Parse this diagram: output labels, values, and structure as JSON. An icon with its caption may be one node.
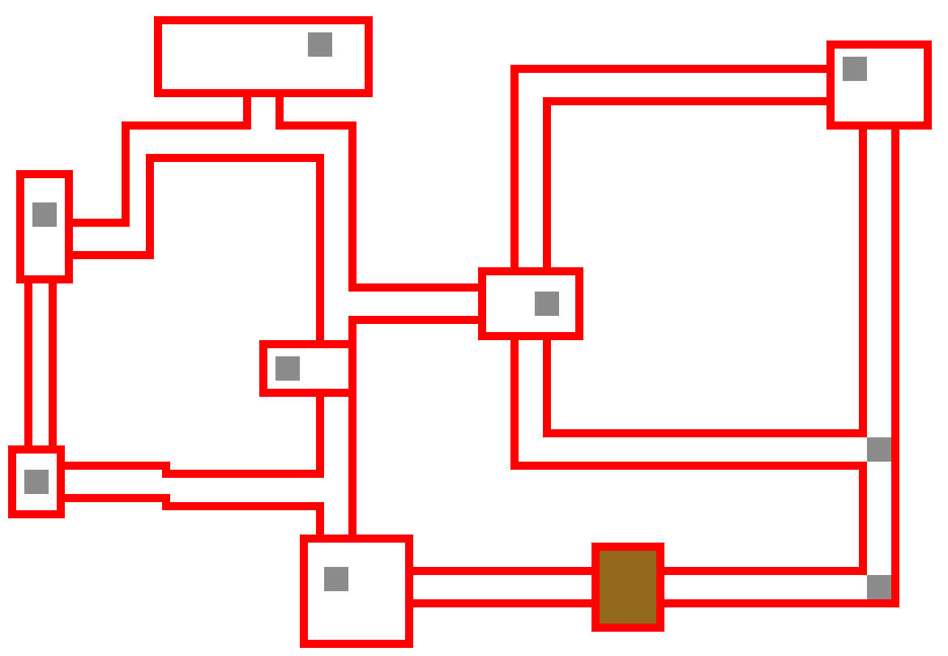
{
  "diagram": {
    "nodes": [
      {
        "text": [],
        "shape": "box"
      },
      {
        "text": [],
        "shape": "box"
      },
      {
        "text": [],
        "shape": "box"
      },
      {
        "text": [],
        "shape": "box"
      },
      {
        "text": [],
        "shape": "box"
      },
      {
        "text": [],
        "shape": "box"
      },
      {
        "text": [],
        "shape": "box"
      },
      {
        "text": [],
        "shape": "box"
      }
    ],
    "edges": [
      {
        "from": 0,
        "to": 2,
        "arrow": "none"
      },
      {
        "from": 2,
        "to": 4,
        "arrow": "none"
      },
      {
        "from": 0,
        "to": 3,
        "arrow": "none"
      },
      {
        "from": 3,
        "to": 4,
        "arrow": "none"
      },
      {
        "from": 4,
        "to": 6,
        "arrow": "none"
      },
      {
        "from": 4,
        "to": 5,
        "arrow": "none"
      },
      {
        "from": 5,
        "to": 6,
        "arrow": "none"
      },
      {
        "from": 2,
        "to": 5,
        "arrow": "none"
      },
      {
        "from": 2,
        "to": 5,
        "arrow": "none"
      },
      {
        "from": 3,
        "to": 1,
        "arrow": "none"
      },
      {
        "from": 3,
        "to": 1,
        "arrow": "none"
      },
      {
        "from": 3,
        "to": 7,
        "arrow": "none"
      },
      {
        "from": 3,
        "to": 1,
        "arrow": "none"
      },
      {
        "from": 1,
        "to": 7,
        "arrow": "none"
      },
      {
        "from": 6,
        "to": 7,
        "arrow": "none"
      },
      {
        "from": 6,
        "to": 7,
        "arrow": "none"
      }
    ]
  }
}
